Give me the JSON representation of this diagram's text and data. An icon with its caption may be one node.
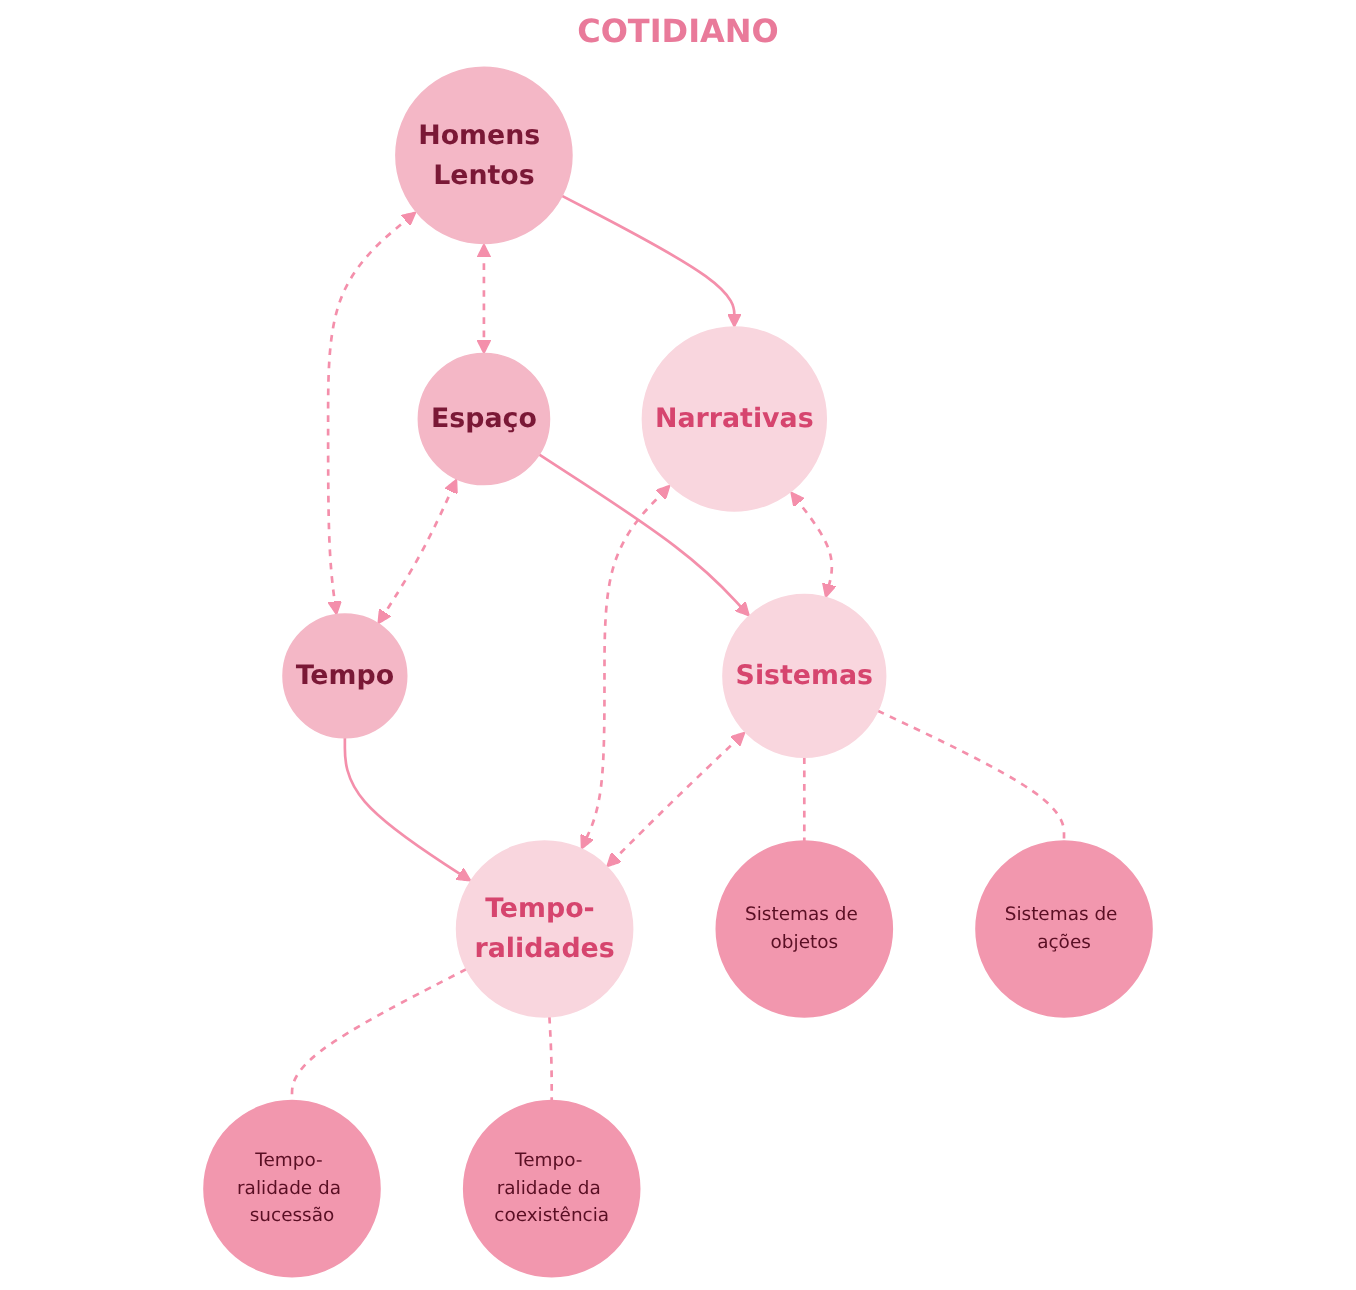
{
  "diagram": {
    "nodes": [
      {
        "text": [
          "Narrativas"
        ]
      },
      {
        "text": [
          "Homens Lentos"
        ]
      },
      {
        "text": [
          "Espaço"
        ]
      },
      {
        "text": [
          "Tempo"
        ]
      },
      {
        "text": [
          "Sistemas"
        ]
      },
      {
        "text": [
          "Tempo- ralidades"
        ]
      },
      {
        "text": [
          "Sistemas de objetos"
        ]
      },
      {
        "text": [
          "Sistemas de ações"
        ]
      },
      {
        "text": [
          "Tempo- ralidade da sucessão"
        ]
      },
      {
        "text": [
          "Tempo- ralidade da coexistência"
        ]
      }
    ],
    "edges": [
      {
        "from": 1,
        "to": 0,
        "arrow": "to"
      },
      {
        "from": 1,
        "to": 2,
        "arrow": "both",
        "style": "dashed"
      },
      {
        "from": 1,
        "to": 3,
        "arrow": "both",
        "style": "dashed"
      },
      {
        "from": 2,
        "to": 3,
        "arrow": "both",
        "style": "dashed"
      },
      {
        "from": 2,
        "to": 4,
        "arrow": "to"
      },
      {
        "from": 3,
        "to": 5,
        "arrow": "to"
      },
      {
        "from": 0,
        "to": 4,
        "arrow": "both",
        "style": "dashed"
      },
      {
        "from": 0,
        "to": 5,
        "arrow": "both",
        "style": "dashed"
      },
      {
        "from": 4,
        "to": 5,
        "arrow": "both",
        "style": "dashed"
      },
      {
        "from": 4,
        "to": 6,
        "arrow": "none",
        "style": "dashed"
      },
      {
        "from": 4,
        "to": 7,
        "arrow": "none",
        "style": "dashed"
      },
      {
        "from": 5,
        "to": 8,
        "arrow": "none",
        "style": "dashed"
      },
      {
        "from": 5,
        "to": 9,
        "arrow": "none",
        "style": "dashed"
      }
    ],
    "labels": [
      "COTIDIANO"
    ]
  }
}
